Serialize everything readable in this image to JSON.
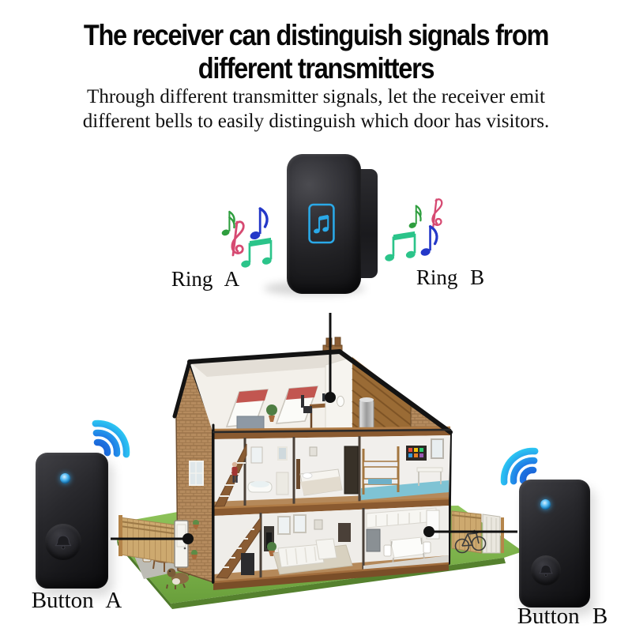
{
  "title": {
    "line1": "The receiver can distinguish signals from",
    "line2": "different transmitters"
  },
  "subtitle": {
    "line1": "Through different transmitter signals, let the receiver emit",
    "line2": "different bells to easily distinguish which door has visitors."
  },
  "labels": {
    "ring_a": "Ring A",
    "ring_b": "Ring B",
    "button_a": "Button A",
    "button_b": "Button B"
  },
  "icons": {
    "receiver_display": "music-note-icon",
    "transmitter_button": "bell-button-icon",
    "signal": "wifi-waves-icon",
    "note_glyphs": [
      "sixteenth-note",
      "treble-clef",
      "eighth-note",
      "beamed-notes"
    ]
  },
  "colors": {
    "accent_cyan": "#2aa9e8",
    "wifi_blue": "#1b5fd8",
    "wifi_cyan": "#2ed9f6",
    "note_green": "#2e9e3e",
    "note_pink": "#d64a72",
    "note_blue": "#2438c8",
    "note_spring_green": "#2bc48a",
    "device_black": "#1b1b1e",
    "lawn_green": "#76b043",
    "brick_tan": "#b58b5e",
    "text_black": "#0d0d0d"
  }
}
